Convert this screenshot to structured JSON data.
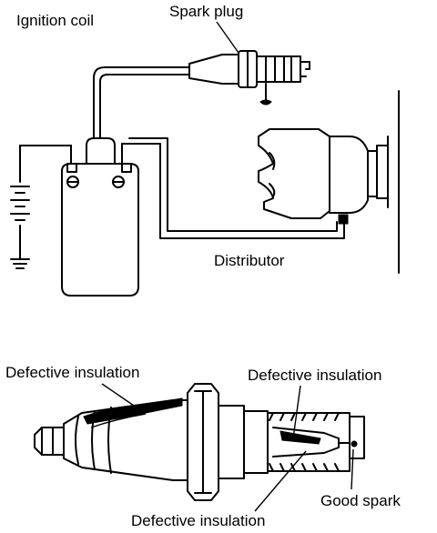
{
  "labels": {
    "ignition_coil": "Ignition coil",
    "spark_plug": "Spark plug",
    "distributor": "Distributor",
    "defective_insulation_left": "Defective insulation",
    "defective_insulation_right": "Defective insulation",
    "defective_insulation_bottom": "Defective insulation",
    "good_spark": "Good spark"
  }
}
